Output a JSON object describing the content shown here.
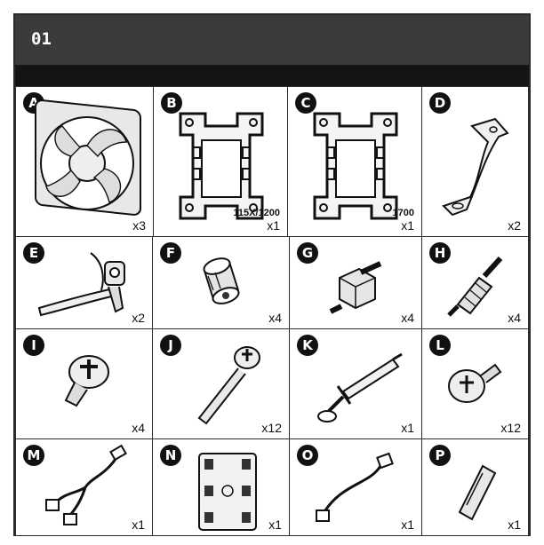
{
  "header": {
    "step": "01"
  },
  "parts": [
    {
      "letter": "A",
      "qty": "x3",
      "icon": "fan-icon"
    },
    {
      "letter": "B",
      "qty": "x1",
      "note": "115X/1200",
      "icon": "intel-backplate-icon"
    },
    {
      "letter": "C",
      "qty": "x1",
      "note": "1700",
      "icon": "intel-1700-backplate-icon"
    },
    {
      "letter": "D",
      "qty": "x2",
      "icon": "mounting-bracket-icon"
    },
    {
      "letter": "E",
      "qty": "x2",
      "icon": "fan-clip-icon"
    },
    {
      "letter": "F",
      "qty": "x4",
      "icon": "thumb-nut-icon"
    },
    {
      "letter": "G",
      "qty": "x4",
      "icon": "standoff-icon"
    },
    {
      "letter": "H",
      "qty": "x4",
      "icon": "threaded-standoff-icon"
    },
    {
      "letter": "I",
      "qty": "x4",
      "icon": "short-screw-icon"
    },
    {
      "letter": "J",
      "qty": "x12",
      "icon": "long-screw-icon"
    },
    {
      "letter": "K",
      "qty": "x1",
      "icon": "thermal-paste-syringe-icon"
    },
    {
      "letter": "L",
      "qty": "x12",
      "icon": "flat-screw-icon"
    },
    {
      "letter": "M",
      "qty": "x1",
      "icon": "y-splitter-cable-icon"
    },
    {
      "letter": "N",
      "qty": "x1",
      "icon": "fan-hub-icon"
    },
    {
      "letter": "O",
      "qty": "x1",
      "icon": "extension-cable-icon"
    },
    {
      "letter": "P",
      "qty": "x1",
      "icon": "spacer-clip-icon"
    }
  ],
  "colors": {
    "header": "#3b3b3b",
    "subbar": "#141414",
    "line": "#2a2a2a"
  }
}
